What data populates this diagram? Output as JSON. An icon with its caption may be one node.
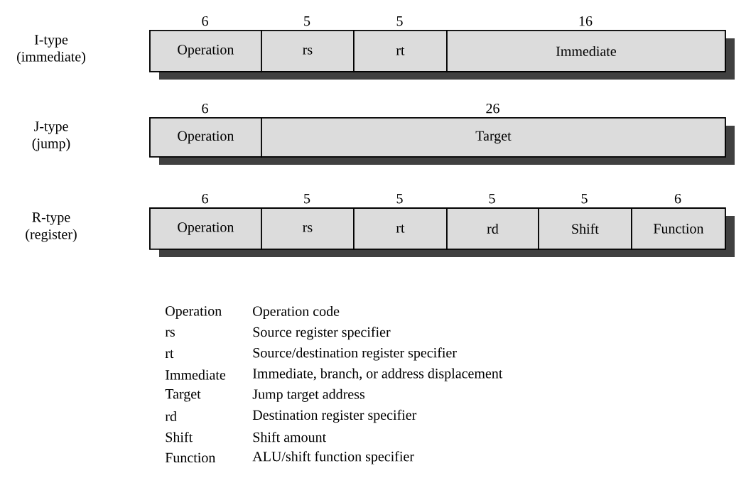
{
  "diagram": {
    "nodes": [
      {
        "text": [
          "Operation"
        ],
        "beside": [
          "6"
        ]
      },
      {
        "text": [
          "rs"
        ],
        "beside": [
          "5"
        ]
      },
      {
        "text": [
          "rt"
        ],
        "beside": [
          "5"
        ]
      },
      {
        "text": [
          "Immediate"
        ],
        "beside": [
          "16"
        ]
      },
      {
        "text": [
          "Operation"
        ],
        "beside": [
          "6"
        ]
      },
      {
        "text": [
          "Target"
        ],
        "beside": [
          "26"
        ]
      },
      {
        "text": [
          "Operation"
        ],
        "beside": [
          "6"
        ]
      },
      {
        "text": [
          "rs"
        ],
        "beside": [
          "5"
        ]
      },
      {
        "text": [
          "rt"
        ],
        "beside": [
          "5"
        ]
      },
      {
        "text": [
          "rd"
        ],
        "beside": [
          "5"
        ]
      },
      {
        "text": [
          "Shift"
        ],
        "beside": [
          "5"
        ]
      },
      {
        "text": [
          "Function"
        ],
        "beside": [
          "6"
        ]
      }
    ],
    "labels": [
      "I-type (immediate)",
      "J-type (jump)",
      "R-type (register)",
      "Operation",
      "Operation code",
      "rs",
      "Source register specifier",
      "rt",
      "Source/destination register specifier",
      "Immediate",
      "Immediate, branch, or address displacement",
      "Target",
      "Jump target address",
      "rd",
      "Destination register specifier",
      "Shift",
      "Shift amount",
      "Function",
      "ALU/shift function specifier"
    ]
  }
}
